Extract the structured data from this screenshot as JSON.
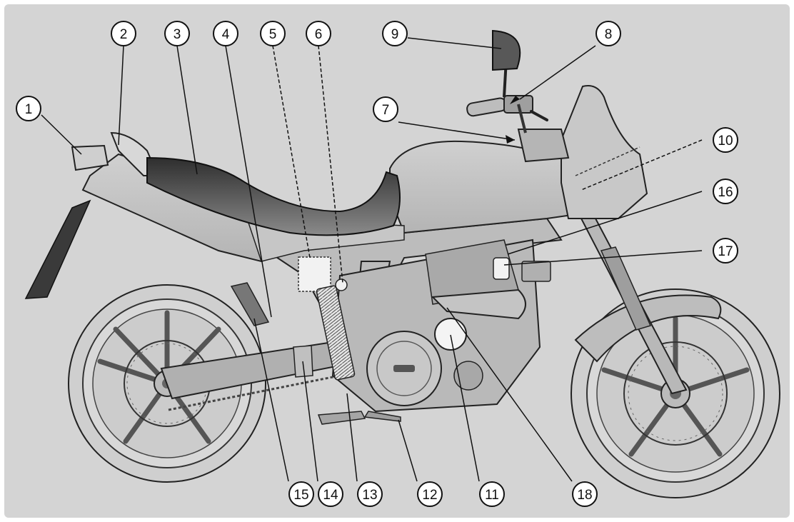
{
  "colors": {
    "background": "#d4d4d4",
    "body": "#c2c2c2",
    "body_dark": "#9a9a9a",
    "seat": "#3a3a3a",
    "outline": "#222222",
    "callout_fill": "#ffffff"
  },
  "callouts": [
    {
      "id": "1",
      "label": "1"
    },
    {
      "id": "2",
      "label": "2"
    },
    {
      "id": "3",
      "label": "3"
    },
    {
      "id": "4",
      "label": "4"
    },
    {
      "id": "5",
      "label": "5"
    },
    {
      "id": "6",
      "label": "6"
    },
    {
      "id": "7",
      "label": "7"
    },
    {
      "id": "8",
      "label": "8"
    },
    {
      "id": "9",
      "label": "9"
    },
    {
      "id": "10",
      "label": "10"
    },
    {
      "id": "11",
      "label": "11"
    },
    {
      "id": "12",
      "label": "12"
    },
    {
      "id": "13",
      "label": "13"
    },
    {
      "id": "14",
      "label": "14"
    },
    {
      "id": "15",
      "label": "15"
    },
    {
      "id": "16",
      "label": "16"
    },
    {
      "id": "17",
      "label": "17"
    },
    {
      "id": "18",
      "label": "18"
    }
  ]
}
